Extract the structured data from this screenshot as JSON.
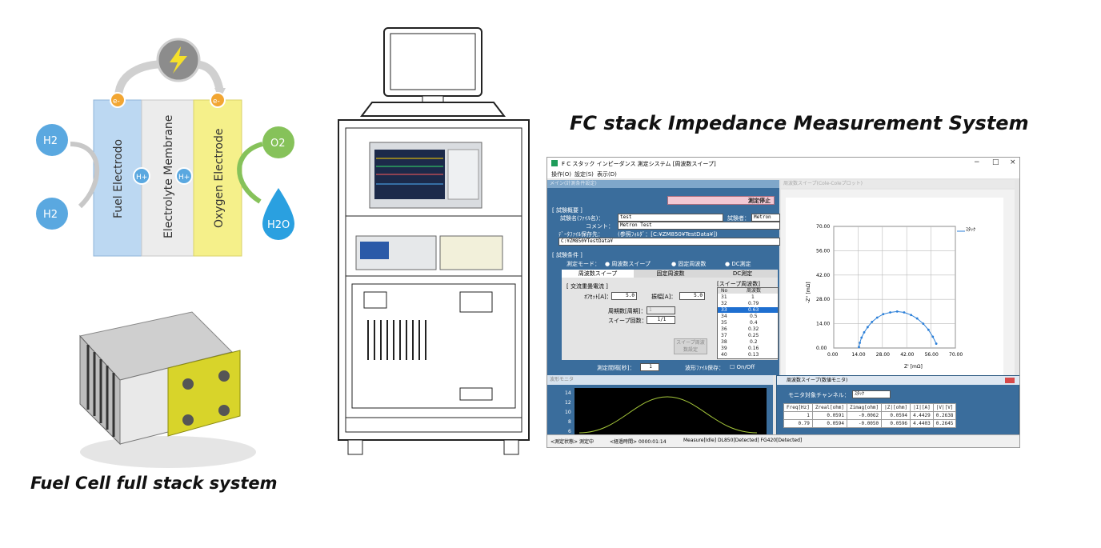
{
  "titles": {
    "system": "FC stack Impedance Measurement System",
    "stack": "Fuel Cell full stack system"
  },
  "cell_diagram": {
    "labels": [
      "Fuel Electrodo",
      "Electrolyte Membrane",
      "Oxygen Electrode"
    ],
    "h2_in": "H2",
    "h2_out": "H2",
    "o2_in": "O2",
    "h2o_out": "H2O",
    "proton": "H+",
    "electron": "e-",
    "colors": {
      "fuel": "#b9d6f1",
      "membrane": "#e9e9e9",
      "oxygen": "#f5f08a",
      "h2": "#5aa8e0",
      "o2": "#86c25a",
      "h2o": "#2aa0e0",
      "electron": "#f2a632"
    }
  },
  "app": {
    "window_title": "F C スタック  インピーダンス 測定システム [周波数スイープ]",
    "controls": [
      "−",
      "□",
      "×"
    ],
    "menu": [
      "操作(O)",
      "設定(S)",
      "表示(D)"
    ],
    "left_pane_title": "メイン(計測条件設定)",
    "stop_button": "測定停止",
    "test_info_heading": "[ 試験概要 ]",
    "test_name_label": "試験名(ﾌｧｲﾙ名)：",
    "test_name_value": "test",
    "tester_label": "試験者：",
    "tester_value": "Metron",
    "comment_label": "コメント：",
    "comment_value": "Metron Test",
    "folder_label": "ﾃﾞｰﾀﾌｧｲﾙ保存先：",
    "folder_value": "(参照ﾌｫﾙﾀﾞ：[C:¥ZM850¥TestData¥])",
    "folder_path": "C:¥ZM850¥TestData¥",
    "conditions_heading": "[ 試験条件 ]",
    "mode_label": "測定モード：",
    "modes": [
      "周波数スイープ",
      "固定周波数",
      "DC測定"
    ],
    "tabs": [
      "周波数スイープ",
      "固定周波数",
      "DC測定"
    ],
    "ac_heading": "[ 交流重畳電流 ]",
    "offset_label": "ｵﾌｾｯﾄ[A]：",
    "offset_value": "5.0",
    "amplitude_label": "振幅[A]：",
    "amplitude_value": "5.0",
    "period_label": "周期数[周期]：",
    "period_value": "1",
    "sweep_count_label": "スイープ回数：",
    "sweep_count_value": "1/1",
    "sweep_button": "スイープ周波数設定",
    "sweep_table_title": "[スイープ周波数]",
    "sweep_table_headers": [
      "No",
      "周波数"
    ],
    "sweep_rows": [
      [
        "31",
        "1"
      ],
      [
        "32",
        "0.79"
      ],
      [
        "33",
        "0.63"
      ],
      [
        "34",
        "0.5"
      ],
      [
        "35",
        "0.4"
      ],
      [
        "36",
        "0.32"
      ],
      [
        "37",
        "0.25"
      ],
      [
        "38",
        "0.2"
      ],
      [
        "39",
        "0.16"
      ],
      [
        "40",
        "0.13"
      ]
    ],
    "interval_label": "測定間隔[秒]：",
    "interval_value": "1",
    "waveform_save_label": "波形ﾌｧｲﾙ保存：",
    "waveform_save_value": "On/Off",
    "plot_pane_title": "周波数スイープ(Cole-Coleプロット)",
    "wave_pane_title": "波形モニタ",
    "monitor_title": "周波数スイープ(数値モニタ)",
    "monitor_channel_label": "モニタ対象チャンネル：",
    "monitor_channel_value": "ｽﾀｯｸ",
    "monitor_headers": [
      "Freq[Hz]",
      "Zreal[ohm]",
      "Zimag[ohm]",
      "|Z|[ohm]",
      "|I|[A]",
      "|V|[V]"
    ],
    "monitor_rows": [
      [
        "1",
        "0.0591",
        "-0.0062",
        "0.0594",
        "4.4429",
        "0.2638"
      ],
      [
        "0.79",
        "0.0594",
        "-0.0050",
        "0.0596",
        "4.4403",
        "0.2645"
      ]
    ],
    "status": [
      "<測定状態> 測定中",
      "<経過時間> 0000:01:14",
      "Measure[Idle] DL850[Detected] FG420[Detected]"
    ]
  },
  "chart_data": {
    "type": "scatter",
    "title": "",
    "xlabel": "Z' [mΩ]",
    "ylabel": "-Z'' [mΩ]",
    "xlim": [
      0,
      70
    ],
    "ylim": [
      0,
      70
    ],
    "xticks": [
      "0.00",
      "14.00",
      "28.00",
      "42.00",
      "56.00",
      "70.00"
    ],
    "yticks": [
      "0.00",
      "14.00",
      "28.00",
      "42.00",
      "56.00",
      "70.00"
    ],
    "grid": true,
    "legend": "top-right",
    "series": [
      {
        "name": "ｽﾀｯｸ",
        "color": "#2b7fd8",
        "x": [
          14.5,
          15.0,
          16.0,
          17.5,
          19.5,
          22.0,
          25.0,
          28.5,
          32.5,
          36.5,
          40.5,
          44.5,
          48.0,
          51.5,
          54.5,
          57.0,
          59.0
        ],
        "y": [
          0.5,
          3.0,
          6.0,
          9.0,
          12.0,
          15.0,
          17.5,
          19.5,
          20.5,
          21.0,
          20.5,
          19.0,
          17.0,
          14.0,
          10.5,
          6.5,
          2.5
        ]
      }
    ]
  },
  "wave_chart": {
    "yticks": [
      "14",
      "12",
      "10",
      "8",
      "6"
    ]
  }
}
